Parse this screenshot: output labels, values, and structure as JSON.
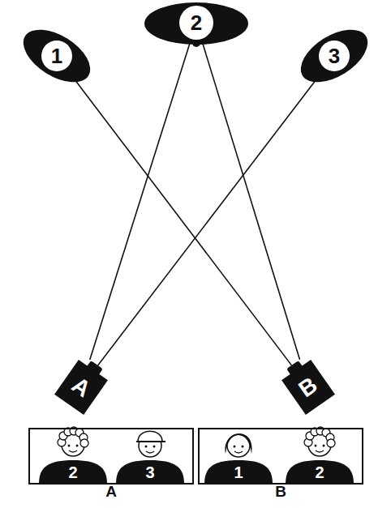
{
  "diagram": {
    "nodes": [
      {
        "text": [
          "1"
        ]
      },
      {
        "text": [
          "2"
        ]
      },
      {
        "text": [
          "3"
        ]
      },
      {
        "text": [
          "A"
        ]
      },
      {
        "text": [
          "B"
        ]
      },
      {
        "text": [
          "A"
        ]
      },
      {
        "text": [
          "B"
        ]
      }
    ],
    "edges": [
      {
        "from": 3,
        "to": 1,
        "arrow": "none"
      },
      {
        "from": 3,
        "to": 2,
        "arrow": "none"
      },
      {
        "from": 4,
        "to": 0,
        "arrow": "none"
      },
      {
        "from": 4,
        "to": 1,
        "arrow": "none"
      }
    ],
    "labels": [
      "2",
      "3",
      "1",
      "2"
    ]
  }
}
